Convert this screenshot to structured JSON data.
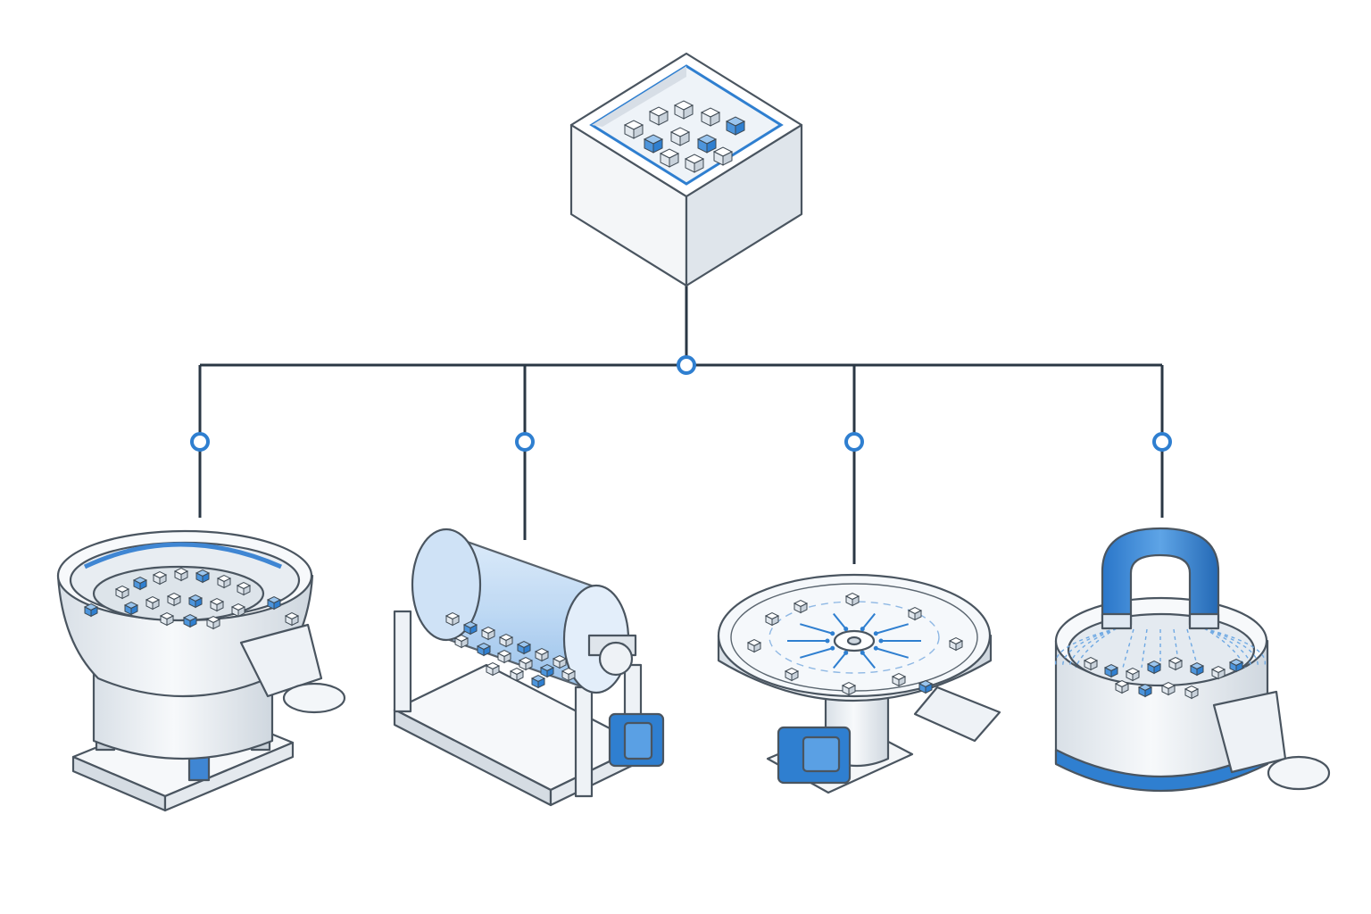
{
  "diagram": {
    "type": "tree",
    "root": {
      "id": "bulk-parts-bin",
      "icon": "parts-bin-icon"
    },
    "children": [
      {
        "id": "vibratory-bowl-feeder",
        "icon": "vibratory-bowl-feeder-icon"
      },
      {
        "id": "rotary-drum-tumbler",
        "icon": "rotary-drum-icon"
      },
      {
        "id": "centrifugal-disc-feeder",
        "icon": "centrifugal-disc-feeder-icon"
      },
      {
        "id": "magnetic-bowl-feeder",
        "icon": "magnetic-feeder-icon"
      }
    ]
  },
  "colors": {
    "line": "#2a3744",
    "accent": "#2f7fd0",
    "accent_dark": "#1f6bc0",
    "machine_body": "#eef2f6",
    "machine_shadow": "#cdd5dd",
    "part_blue": "#4d95dc"
  }
}
